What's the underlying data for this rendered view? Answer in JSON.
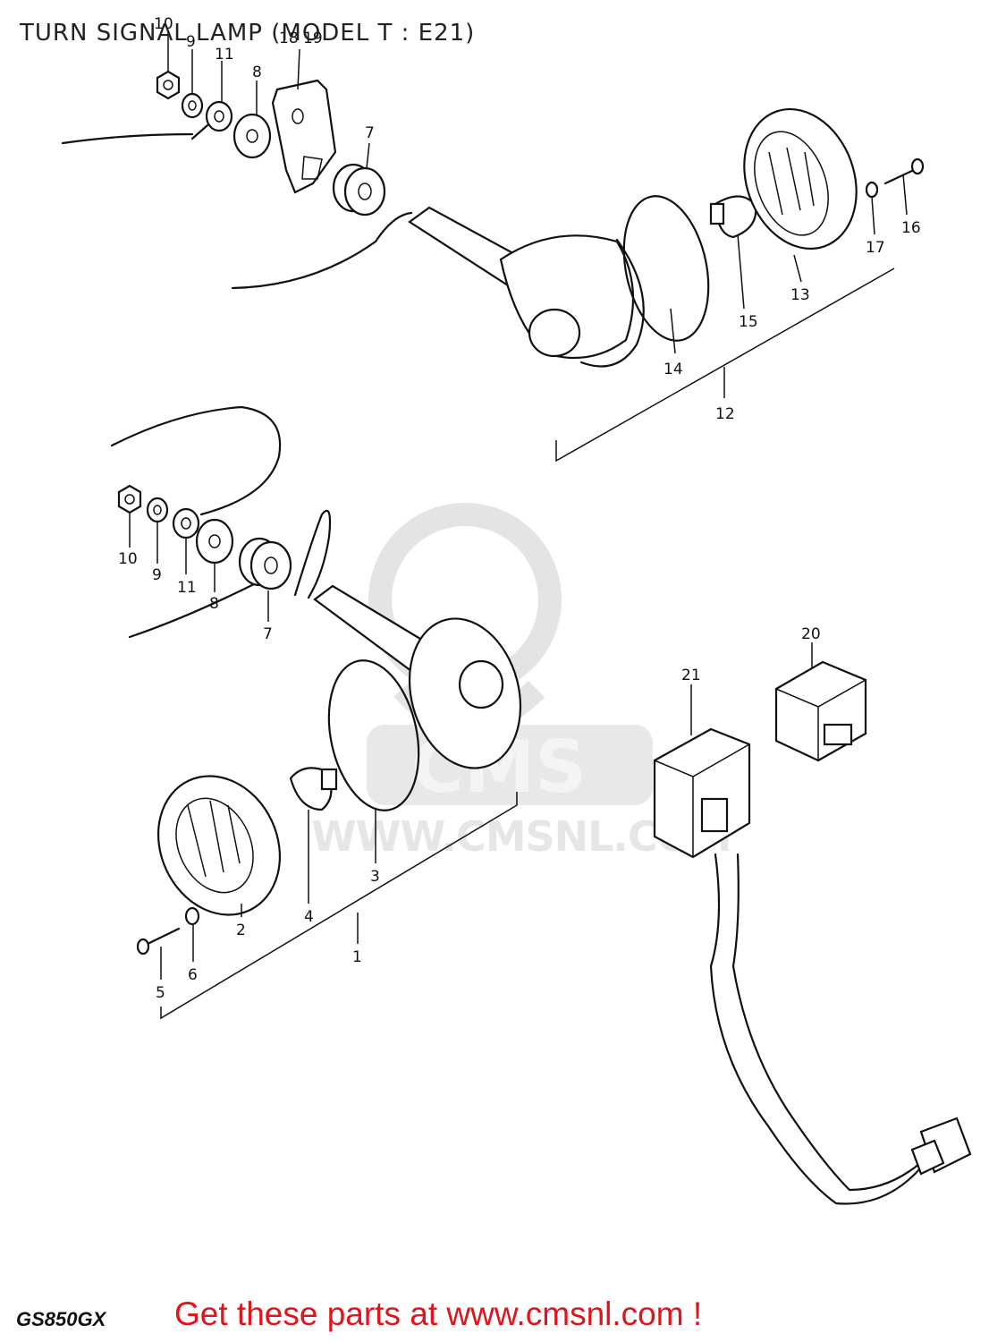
{
  "title": "TURN SIGNAL LAMP (MODEL T : E21)",
  "model_code": "GS850GX",
  "promo_text": "Get these parts at www.cmsnl.com !",
  "watermark": {
    "text": "WWW.CMSNL.COM",
    "logo_text": "CMS",
    "color": "#e6e6e6"
  },
  "colors": {
    "promo": "#e0151b",
    "ink": "#111111"
  },
  "callouts": {
    "upper": {
      "nut": "10",
      "lockwasher": "9",
      "terminal": "11",
      "washer": "8",
      "bracket": "18 19",
      "grommet": "7",
      "lamp_assy": "12",
      "ring": "14",
      "bulb": "15",
      "lens": "13",
      "screw_washer": "17",
      "screw": "16"
    },
    "lower": {
      "nut": "10",
      "lockwasher": "9",
      "terminal": "11",
      "washer": "8",
      "grommet": "7",
      "ring": "3",
      "bulb": "4",
      "lens": "2",
      "washer_small": "6",
      "screw": "5",
      "lamp_assy": "1"
    },
    "relay": "20",
    "unit": "21"
  }
}
